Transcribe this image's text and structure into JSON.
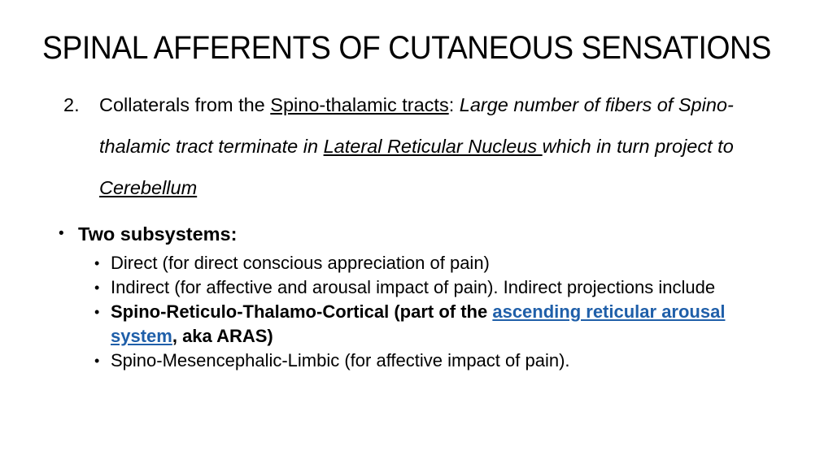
{
  "slide": {
    "title": "SPINAL AFFERENTS OF CUTANEOUS SENSATIONS",
    "background_color": "#FFFFFF",
    "text_color": "#000000",
    "link_color": "#1F5FA9",
    "numbered_item": {
      "marker": "2.",
      "segments": {
        "lead": "Collaterals from the ",
        "underlined_term": "Spino-thalamic tracts",
        "colon": ": ",
        "italic_body_1": "Large number of fibers of Spino-thalamic tract terminate in ",
        "italic_underlined_1": "Lateral Reticular Nucleus ",
        "italic_body_2": "which in turn project to ",
        "italic_underlined_2": "Cerebellum"
      },
      "full_text": "2. Collaterals from the Spino-thalamic tracts: Large number of fibers of Spino-thalamic tract terminate in Lateral Reticular Nucleus which in turn project to Cerebellum"
    },
    "level1_bullet": {
      "marker": "•",
      "text": "Two subsystems:"
    },
    "sub_bullets": [
      {
        "marker": "•",
        "bold": false,
        "text": "Direct (for direct conscious appreciation of pain)"
      },
      {
        "marker": "•",
        "bold": false,
        "text": "Indirect (for affective and arousal impact of pain). Indirect projections include"
      },
      {
        "marker": "•",
        "bold": true,
        "prefix": "Spino-Reticulo-Thalamo-Cortical (part of the ",
        "link_text": "ascending reticular arousal system",
        "suffix": ", aka ARAS)",
        "full_text": "Spino-Reticulo-Thalamo-Cortical (part of the ascending reticular arousal system, aka ARAS)"
      },
      {
        "marker": "•",
        "bold": false,
        "text": "Spino-Mesencephalic-Limbic (for affective impact of pain)."
      }
    ]
  }
}
